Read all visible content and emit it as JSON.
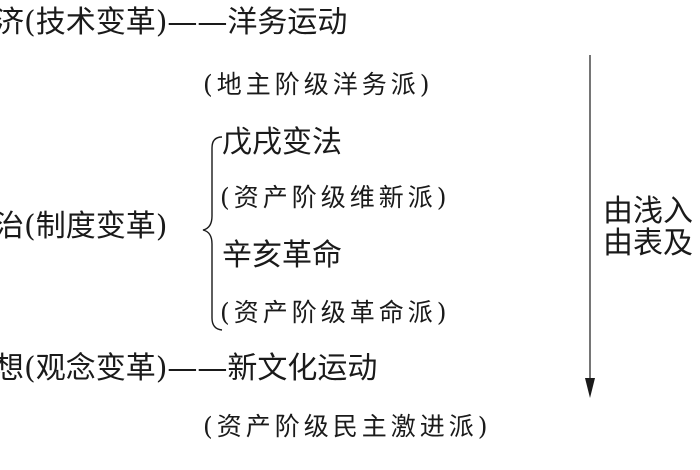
{
  "rows": {
    "economy": {
      "category": "济(技术变革)",
      "dash": "——",
      "event": "洋务运动",
      "group": "(地主阶级洋务派)"
    },
    "politics": {
      "category": "治(制度变革)",
      "event1": "戊戌变法",
      "group1": "(资产阶级维新派)",
      "event2": "辛亥革命",
      "group2": "(资产阶级革命派)"
    },
    "thought": {
      "category": "想(观念变革)",
      "dash": "——",
      "event": "新文化运动",
      "group": "(资产阶级民主激进派)"
    }
  },
  "progression": {
    "line1": "由浅入",
    "line2": "由表及"
  },
  "colors": {
    "text": "#1a1a1a",
    "background": "#ffffff"
  }
}
